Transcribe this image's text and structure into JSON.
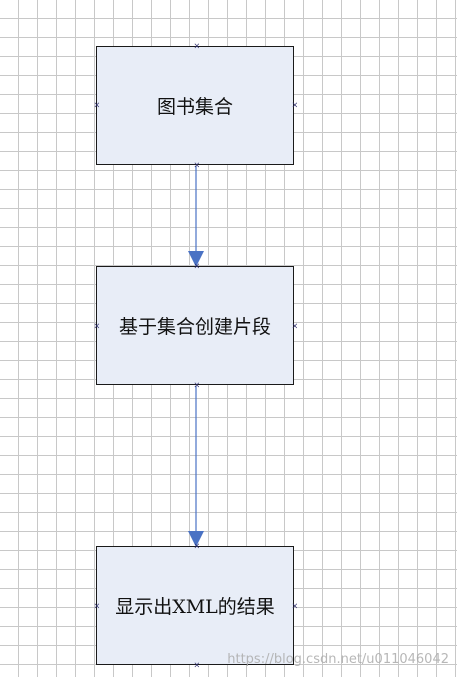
{
  "diagram": {
    "nodes": [
      {
        "id": "book-collection",
        "label": "图书集合"
      },
      {
        "id": "create-fragment",
        "label": "基于集合创建片段"
      },
      {
        "id": "show-xml-result",
        "label": "显示出XML的结果"
      }
    ],
    "edges": [
      {
        "from": "book-collection",
        "to": "create-fragment"
      },
      {
        "from": "create-fragment",
        "to": "show-xml-result"
      }
    ],
    "colors": {
      "node_fill": "#e8edf7",
      "node_border": "#1a1a1a",
      "edge": "#4a72c4",
      "grid": "#c8c8c8"
    }
  },
  "watermark": "https://blog.csdn.net/u011046042"
}
